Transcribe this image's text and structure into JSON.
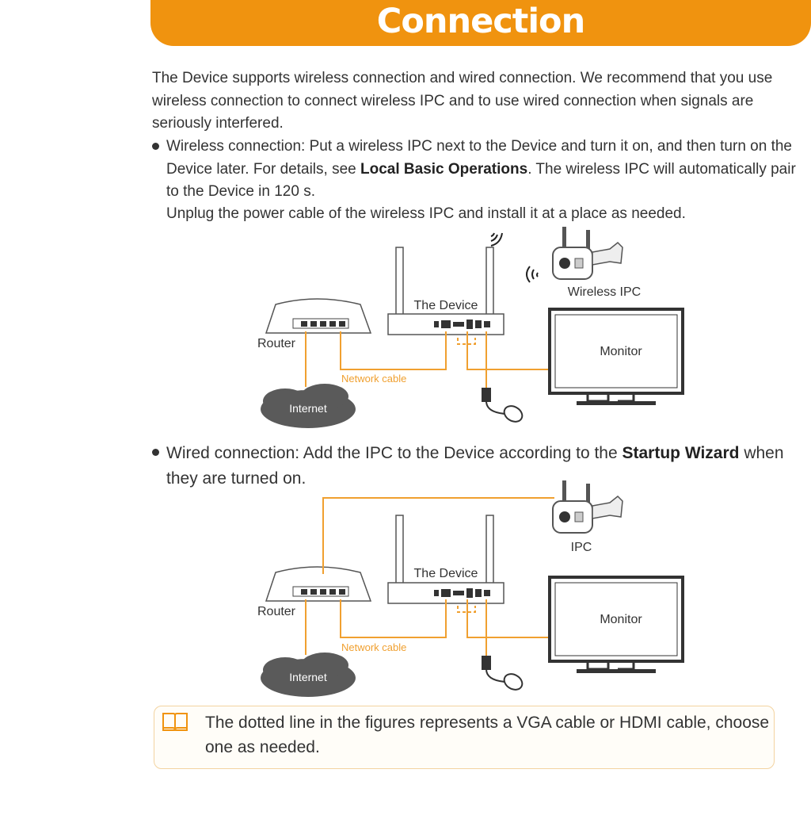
{
  "header": {
    "title": "Connection"
  },
  "intro": "The Device supports wireless connection and wired connection.  We recommend that you use wireless connection to connect wireless IPC and to use wired connection when signals are seriously interfered.",
  "wireless": {
    "prefix": "Wireless connection: Put a wireless IPC next to the Device and turn it on, and then turn on the Device later. For details, see ",
    "link": "Local Basic Operations",
    "suffix": ". The wireless IPC will automatically pair to the Device  in 120 s.",
    "unplug": "Unplug the power cable of the wireless IPC and install it at a place as needed."
  },
  "wired": {
    "prefix": "Wired connection: Add the IPC to the Device according to the ",
    "link": "Startup Wizard",
    "suffix": " when they are turned on."
  },
  "diagram1": {
    "device": "The Device",
    "router": "Router",
    "network_cable": "Network cable",
    "internet": "Internet",
    "monitor": "Monitor",
    "camera": "Wireless IPC"
  },
  "diagram2": {
    "device": "The Device",
    "router": "Router",
    "network_cable": "Network cable",
    "internet": "Internet",
    "monitor": "Monitor",
    "camera": "IPC"
  },
  "note": {
    "icon": "book-icon",
    "text": "The dotted line in the figures represents a VGA cable or HDMI cable, choose one as needed."
  },
  "colors": {
    "accent": "#f0930f",
    "cable": "#f0a030",
    "cloud": "#5a5a5a"
  }
}
